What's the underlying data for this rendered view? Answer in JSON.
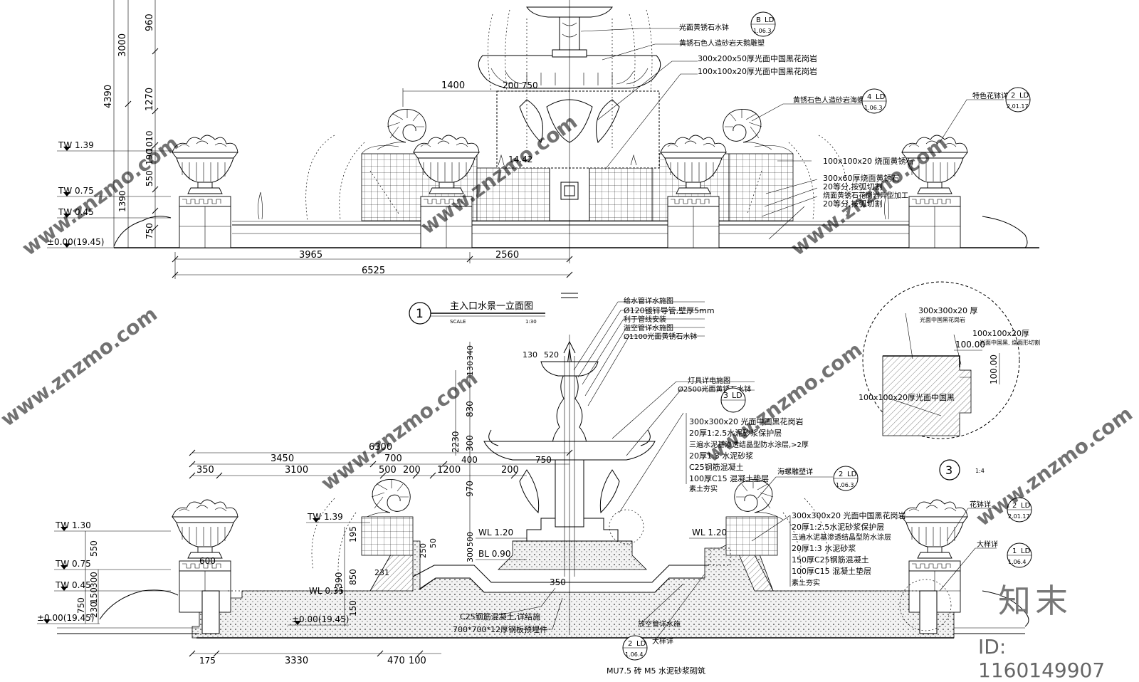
{
  "elevation": {
    "dims_left": [
      "960",
      "3000",
      "4390",
      "1270",
      "190",
      "550",
      "1010",
      "1390",
      "750"
    ],
    "levels": [
      "TW 1.39",
      "TW 0.75",
      "TW 0.45",
      "±0.00(19.45)"
    ],
    "dims_bottom": [
      "3965",
      "2560",
      "6525"
    ],
    "dim_1400": "1400",
    "dim_top": "200 750",
    "dim_1442": "14.42",
    "labels": [
      "光面黄锈石水钵",
      "黄锈石色人造砂岩天鹅雕塑",
      "300x200x50厚光面中国黑花岗岩",
      "100x100x20厚光面中国黑花岗岩",
      "黄锈石色人造砂岩海螺雕塑",
      "特色花钵详",
      "100x100x20 烧面黄锈石",
      "300x60厚烧面黄锈石",
      "20等分,按弧切割",
      "烧面黄锈石花岗岩异型加工",
      "20等分,按弧切割"
    ],
    "refs": [
      {
        "top": "B",
        "mid": "LD",
        "bot": "1.06.3"
      },
      {
        "top": "4",
        "mid": "LD",
        "bot": "1.06.3"
      },
      {
        "top": "2",
        "mid": "LD",
        "bot": "2.01.17"
      }
    ]
  },
  "title1": {
    "num": "1",
    "text": "主入口水景一立面图",
    "scale_label": "SCALE",
    "scale": "1:30"
  },
  "section": {
    "top_labels": [
      "给水管详水施图",
      "Ø120镀锌导管,壁厚5mm",
      "利于管线安装",
      "溢空管详水施图",
      "Ø1100光面黄锈石水钵"
    ],
    "lamp_labels": [
      "灯具详电施图",
      "Ø2500光面黄锈石水钵"
    ],
    "dims_small": [
      "130",
      "520",
      "340",
      "130",
      "830",
      "2230",
      "300",
      "400",
      "970",
      "500",
      "300",
      "750"
    ],
    "dims_row1": [
      "6300"
    ],
    "dims_row2": [
      "3450",
      "700"
    ],
    "dims_row3": [
      "350",
      "3100",
      "500",
      "200",
      "1200",
      "200"
    ],
    "levels": [
      "TW 1.30",
      "TW 1.39",
      "TW 0.75",
      "TW 0.45",
      "±0.00(19.45)",
      "±0.00(19.45)",
      "WL 1.20",
      "WL 1.20",
      "BL 0.90",
      "WL 0.35"
    ],
    "left_dims": [
      "550",
      "300",
      "150",
      "230",
      "750",
      "600"
    ],
    "mid_dims": [
      "195",
      "1390",
      "850",
      "150",
      "250",
      "50",
      "231"
    ],
    "center_label": "350",
    "spec_center": [
      "300x300x20 光面中国黑花岗岩",
      "20厚1:2.5水泥砂浆保护层",
      "三遍水泥基渗透结晶型防水涂层,>2厚",
      "20厚1:3 水泥砂浆",
      "C25钢筋混凝土",
      "100厚C15 混凝土垫层",
      "素土夯实"
    ],
    "spec_right": [
      "300x300x20 光面中国黑花岗岩",
      "20厚1:2.5水泥砂浆保护层",
      "三遍水泥基渗透结晶型防水涂层",
      "20厚1:3 水泥砂浆",
      "150厚C25钢筋混凝土",
      "100厚C15 混凝土垫层",
      "素土夯实"
    ],
    "shell_label": "海螺雕塑详",
    "flowerpot_label": "花钵详",
    "detail_label": "大样详",
    "bottom_labels": [
      "C25钢筋混凝土,详结施",
      "700*700*12厚钢板预埋件",
      "放空管详水施",
      "大样详",
      "MU7.5 砖 M5 水泥砂浆砌筑"
    ],
    "bottom_dims": [
      "175",
      "3330",
      "470",
      "100"
    ],
    "refs": [
      {
        "top": "3",
        "mid": "LD",
        "bot": ""
      },
      {
        "top": "2",
        "mid": "LD",
        "bot": "1.06.3"
      },
      {
        "top": "2",
        "mid": "LD",
        "bot": "2.01.17"
      },
      {
        "top": "1",
        "mid": "LD",
        "bot": "1.06.4"
      },
      {
        "top": "2",
        "mid": "LD",
        "bot": "1.06.4"
      }
    ]
  },
  "detail": {
    "labels": [
      "300x300x20 厚",
      "光面中国黑花岗岩",
      "100x100x20厚",
      "光面中国黑, 烧面形切割",
      "100x100x20厚光面中国黑"
    ],
    "dims": [
      "100.00",
      "100.00"
    ],
    "num": "3",
    "scale": "1:4"
  },
  "watermark": {
    "site": "www.znzmo.com",
    "brand": "知末",
    "id": "ID: 1160149907"
  }
}
